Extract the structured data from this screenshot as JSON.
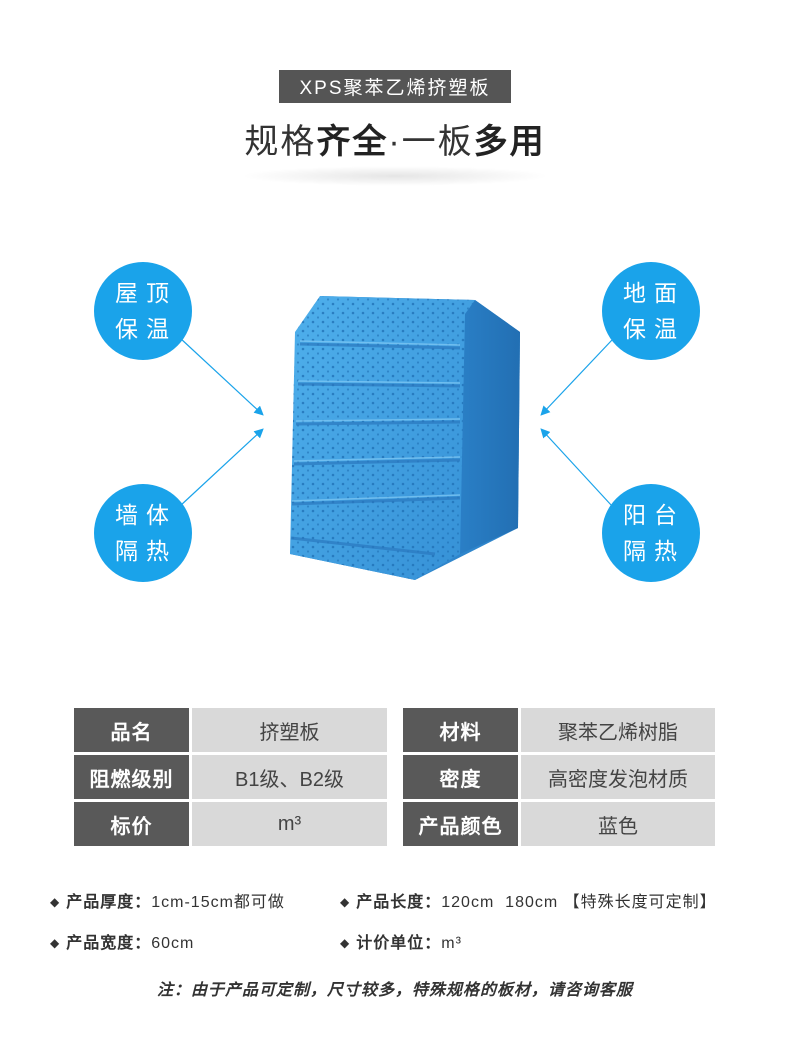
{
  "header": {
    "tag": "XPS聚苯乙烯挤塑板",
    "headline_light_1": "规格",
    "headline_bold_1": "齐全",
    "headline_light_2": "·一板",
    "headline_bold_2": "多用"
  },
  "uses": {
    "top_left": {
      "line1": "屋顶",
      "line2": "保温"
    },
    "bottom_left": {
      "line1": "墙体",
      "line2": "隔热"
    },
    "top_right": {
      "line1": "地面",
      "line2": "保温"
    },
    "bottom_right": {
      "line1": "阳台",
      "line2": "隔热"
    }
  },
  "colors": {
    "accent_blue": "#1aa3ea",
    "board_blue": "#3a9ee0",
    "label_bg": "#595959",
    "value_bg": "#d9d9d9",
    "tag_bg": "#555555"
  },
  "spec_table_left": [
    {
      "key": "品名",
      "value": "挤塑板"
    },
    {
      "key": "阻燃级别",
      "value": "B1级、B2级"
    },
    {
      "key": "标价",
      "value": "m³"
    }
  ],
  "spec_table_right": [
    {
      "key": "材料",
      "value": "聚苯乙烯树脂"
    },
    {
      "key": "密度",
      "value": "高密度发泡材质"
    },
    {
      "key": "产品颜色",
      "value": "蓝色"
    }
  ],
  "specs": {
    "thickness_label": "产品厚度：",
    "thickness_value": "1cm-15cm都可做",
    "length_label": "产品长度：",
    "length_value": "120cm  180cm 【特殊长度可定制】",
    "width_label": "产品宽度：",
    "width_value": "60cm",
    "unit_label": "计价单位：",
    "unit_value": "m³",
    "bullet": "◆"
  },
  "note": "注：由于产品可定制，尺寸较多，特殊规格的板材，请咨询客服"
}
